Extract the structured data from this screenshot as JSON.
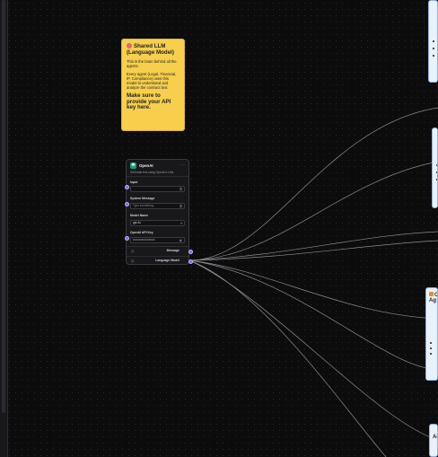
{
  "canvas": {
    "colors": {
      "background": "#0c0c0d",
      "edge": "#9a9a9f",
      "handle": "#8b5cf6",
      "note": "#f7cf4d",
      "card": "#e9f1fb"
    }
  },
  "note": {
    "title": "Shared LLM (Language Model)",
    "icon": "brain-icon",
    "para1": "This is the brain behind all the agents.",
    "para2": "Every agent (Legal, Financial, IP, Compliance) uses this model to understand and analyze the contract text.",
    "cta": "Make sure to provide your API key here."
  },
  "openai_node": {
    "title": "OpenAI",
    "icon": "openai-logo-icon",
    "menu_icon": "more-icon",
    "description": "Generate text using OpenAI LLMs.",
    "input_label": "Input",
    "input_value": "",
    "system_message_label": "System Message",
    "system_message_placeholder": "Type something...",
    "model_name_label": "Model Name",
    "model_name_value": "gpt-4o",
    "api_key_label": "OpenAI API Key",
    "api_key_value": "••••••••••••••••••••••",
    "outputs": [
      {
        "label": "Message"
      },
      {
        "label": "Language Model"
      }
    ]
  },
  "cards": [
    {
      "title": "Co",
      "title2": "Ag"
    },
    {
      "title": "Ag"
    }
  ]
}
